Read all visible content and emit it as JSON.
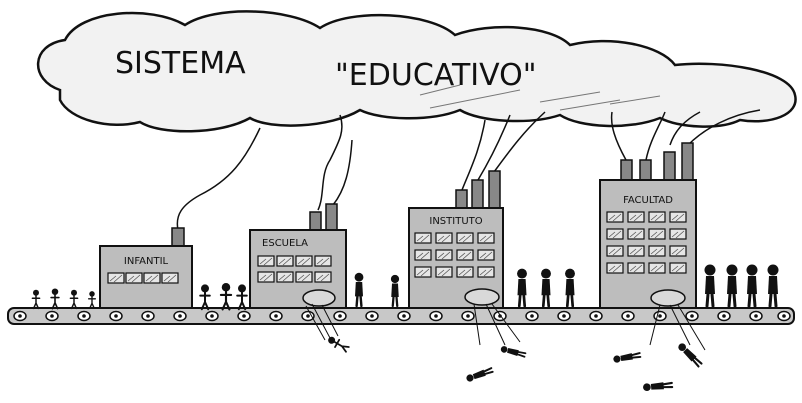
{
  "cloud": {
    "line1": "SISTEMA",
    "line2": "\"EDUCATIVO\""
  },
  "buildings": [
    {
      "label": "INFANTIL"
    },
    {
      "label": "ESCUELA"
    },
    {
      "label": "INSTITUTO"
    },
    {
      "label": "FACULTAD"
    }
  ],
  "colors": {
    "ink": "#111111",
    "building_fill": "#bdbdbd",
    "window_fill": "#e6e6e6",
    "cloud_fill": "#f2f2f2",
    "belt_fill": "#c8c8c8"
  }
}
